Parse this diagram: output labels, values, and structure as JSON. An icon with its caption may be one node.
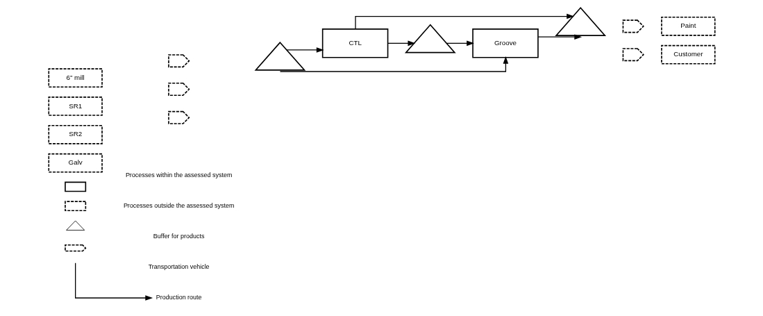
{
  "diagram": {
    "nodes": [
      {
        "text": [
          "6” mill"
        ]
      },
      {
        "text": [
          "SR1"
        ]
      },
      {
        "text": [
          "SR2"
        ]
      },
      {
        "text": [
          "Galv"
        ]
      },
      {
        "text": [],
        "shape": "pentagon"
      },
      {
        "text": [],
        "shape": "pentagon"
      },
      {
        "text": [],
        "shape": "pentagon"
      },
      {
        "text": [],
        "shape": "triangle"
      },
      {
        "text": [
          "CTL"
        ]
      },
      {
        "text": [],
        "shape": "triangle"
      },
      {
        "text": [
          "Groove"
        ]
      },
      {
        "text": [],
        "shape": "triangle"
      },
      {
        "text": [],
        "shape": "pentagon"
      },
      {
        "text": [
          "Paint"
        ]
      },
      {
        "text": [],
        "shape": "pentagon"
      },
      {
        "text": [
          "Customer"
        ]
      }
    ],
    "edges": [
      {
        "from": 7,
        "to": 8,
        "arrow": "to"
      },
      {
        "from": 8,
        "to": 9,
        "arrow": "to"
      },
      {
        "from": 9,
        "to": 10,
        "arrow": "to"
      },
      {
        "from": 10,
        "to": 11,
        "arrow": "to"
      },
      {
        "from": 7,
        "to": 10,
        "arrow": "to"
      },
      {
        "from": 8,
        "to": 11,
        "arrow": "to"
      }
    ],
    "legend": [
      {
        "text": "Processes within the assessed system"
      },
      {
        "text": "Processes outside the assessed system"
      },
      {
        "text": "Buffer for products"
      },
      {
        "text": "Transportation vehicle"
      },
      {
        "text": "Production route"
      }
    ]
  }
}
